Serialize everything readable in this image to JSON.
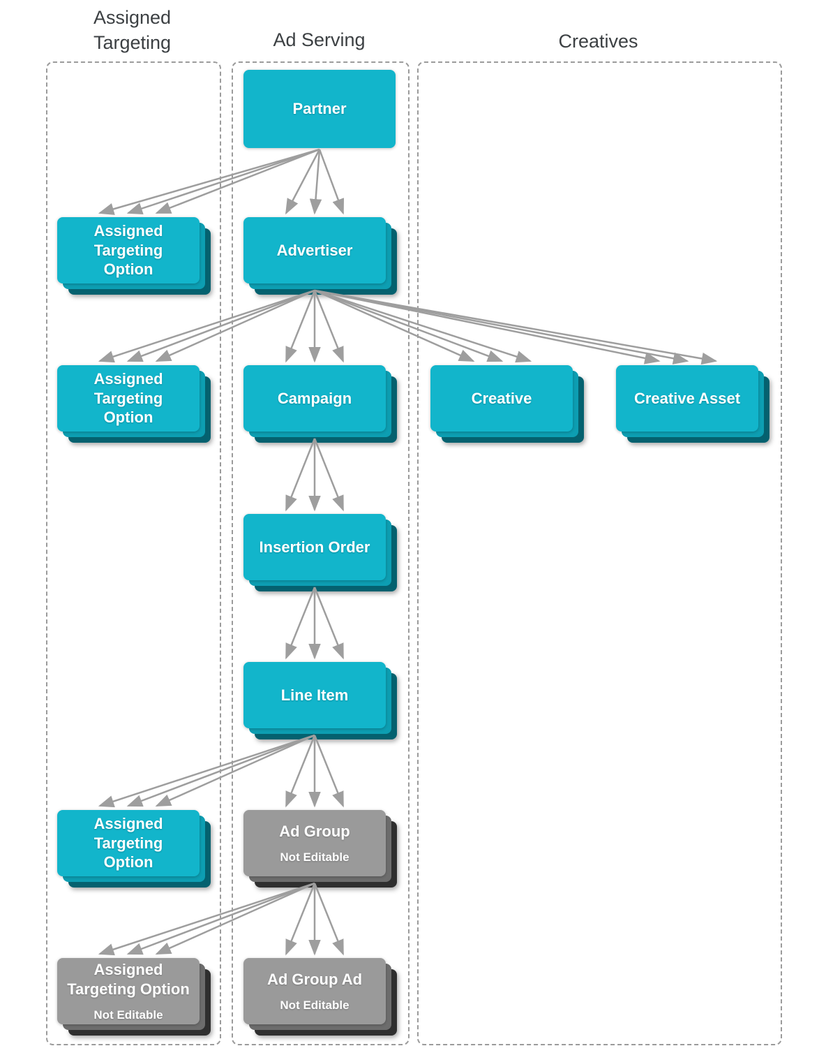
{
  "columns": [
    {
      "id": "assigned-targeting",
      "label": "Assigned\nTargeting"
    },
    {
      "id": "ad-serving",
      "label": "Ad Serving"
    },
    {
      "id": "creatives",
      "label": "Creatives"
    }
  ],
  "nodes": {
    "partner": {
      "label": "Partner",
      "editable": true
    },
    "ato1": {
      "label": "Assigned\nTargeting\nOption",
      "editable": true
    },
    "advertiser": {
      "label": "Advertiser",
      "editable": true
    },
    "ato2": {
      "label": "Assigned\nTargeting\nOption",
      "editable": true
    },
    "campaign": {
      "label": "Campaign",
      "editable": true
    },
    "creative": {
      "label": "Creative",
      "editable": true
    },
    "creative_asset": {
      "label": "Creative Asset",
      "editable": true
    },
    "insertion_order": {
      "label": "Insertion Order",
      "editable": true
    },
    "line_item": {
      "label": "Line Item",
      "editable": true
    },
    "ato3": {
      "label": "Assigned\nTargeting\nOption",
      "editable": true
    },
    "ad_group": {
      "label": "Ad Group",
      "sublabel": "Not Editable",
      "editable": false
    },
    "ato4": {
      "label": "Assigned\nTargeting Option",
      "sublabel": "Not Editable",
      "editable": false
    },
    "ad_group_ad": {
      "label": "Ad Group Ad",
      "sublabel": "Not Editable",
      "editable": false
    }
  },
  "edges": [
    {
      "from": "partner",
      "to": "ato1"
    },
    {
      "from": "partner",
      "to": "advertiser"
    },
    {
      "from": "advertiser",
      "to": "ato2"
    },
    {
      "from": "advertiser",
      "to": "campaign"
    },
    {
      "from": "advertiser",
      "to": "creative"
    },
    {
      "from": "advertiser",
      "to": "creative_asset"
    },
    {
      "from": "campaign",
      "to": "insertion_order"
    },
    {
      "from": "insertion_order",
      "to": "line_item"
    },
    {
      "from": "line_item",
      "to": "ato3"
    },
    {
      "from": "line_item",
      "to": "ad_group"
    },
    {
      "from": "ad_group",
      "to": "ato4"
    },
    {
      "from": "ad_group",
      "to": "ad_group_ad"
    }
  ],
  "edge_style": {
    "lines_per_edge": 3,
    "target_fractions": [
      0.3,
      0.5,
      0.7
    ]
  },
  "colors": {
    "box_editable": "#12b5cb",
    "box_editable_mid": "#0d9eb2",
    "box_editable_dark": "#04616f",
    "box_not_editable": "#9a9a9a",
    "box_not_editable_mid": "#6d6d6d",
    "box_not_editable_dark": "#2f2f2f",
    "arrow": "#9e9e9e",
    "border": "#9b9b9b",
    "header_text": "#3c4043",
    "label_text": "#ffffff"
  }
}
